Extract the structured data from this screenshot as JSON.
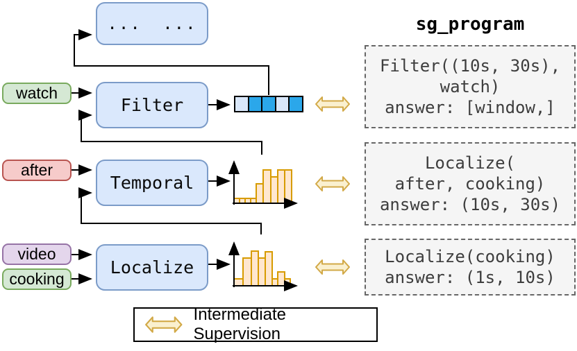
{
  "colors": {
    "module_fill": "#dae8fc",
    "module_stroke": "#7b9bc8",
    "green_fill": "#d5e8d4",
    "green_stroke": "#79aa5e",
    "red_fill": "#f6cbca",
    "red_stroke": "#b85450",
    "purple_fill": "#e4d6ec",
    "purple_stroke": "#9673a6",
    "cell_on": "#2ba7ea",
    "cell_off": "#d9e7fa",
    "hist_fill": "#ffe7cf",
    "hist_stroke": "#d79b00",
    "sup_fill": "#faf0cf",
    "sup_stroke": "#d2a947",
    "dashed_stroke": "#666666",
    "dashed_fill": "#f5f5f5",
    "code_text": "#3d3d3d"
  },
  "inputs": [
    {
      "label": "watch",
      "color": "green"
    },
    {
      "label": "after",
      "color": "red"
    },
    {
      "label": "video",
      "color": "purple"
    },
    {
      "label": "cooking",
      "color": "green"
    }
  ],
  "modules": [
    {
      "label": "... ..."
    },
    {
      "label": "Filter"
    },
    {
      "label": "Temporal"
    },
    {
      "label": "Localize"
    }
  ],
  "filter_output": {
    "cells": [
      0,
      1,
      1,
      0,
      1
    ]
  },
  "right_panel": {
    "title": "sg_program",
    "boxes": [
      {
        "lines": [
          "Filter((10s, 30s),",
          "watch)",
          "answer: [window,]"
        ]
      },
      {
        "lines": [
          "Localize(",
          "after, cooking)",
          "answer: (10s, 30s)"
        ]
      },
      {
        "lines": [
          "Localize(cooking)",
          "answer: (1s, 10s)"
        ]
      }
    ]
  },
  "legend": {
    "label": "Intermediate Supervision"
  },
  "chart_data": [
    {
      "id": "temporal_output_histogram",
      "type": "bar",
      "values": [
        0.15,
        0.15,
        0.15,
        0.15,
        0.58,
        1.0,
        0.79,
        1.0,
        1.0
      ],
      "bar_widths": [
        8,
        8,
        8,
        8,
        10,
        11,
        10,
        10,
        10
      ],
      "title": "",
      "xlabel": "",
      "ylabel": "",
      "axes": "arrow axes, no tick labels"
    },
    {
      "id": "localize_output_histogram",
      "type": "bar",
      "values": [
        0.2,
        0.8,
        1.0,
        0.8,
        0.98,
        0.2,
        0.4,
        0.2
      ],
      "bar_widths": [
        13,
        12,
        10,
        10,
        10,
        8,
        10,
        8
      ],
      "title": "",
      "xlabel": "",
      "ylabel": "",
      "axes": "arrow axes, no tick labels"
    }
  ]
}
